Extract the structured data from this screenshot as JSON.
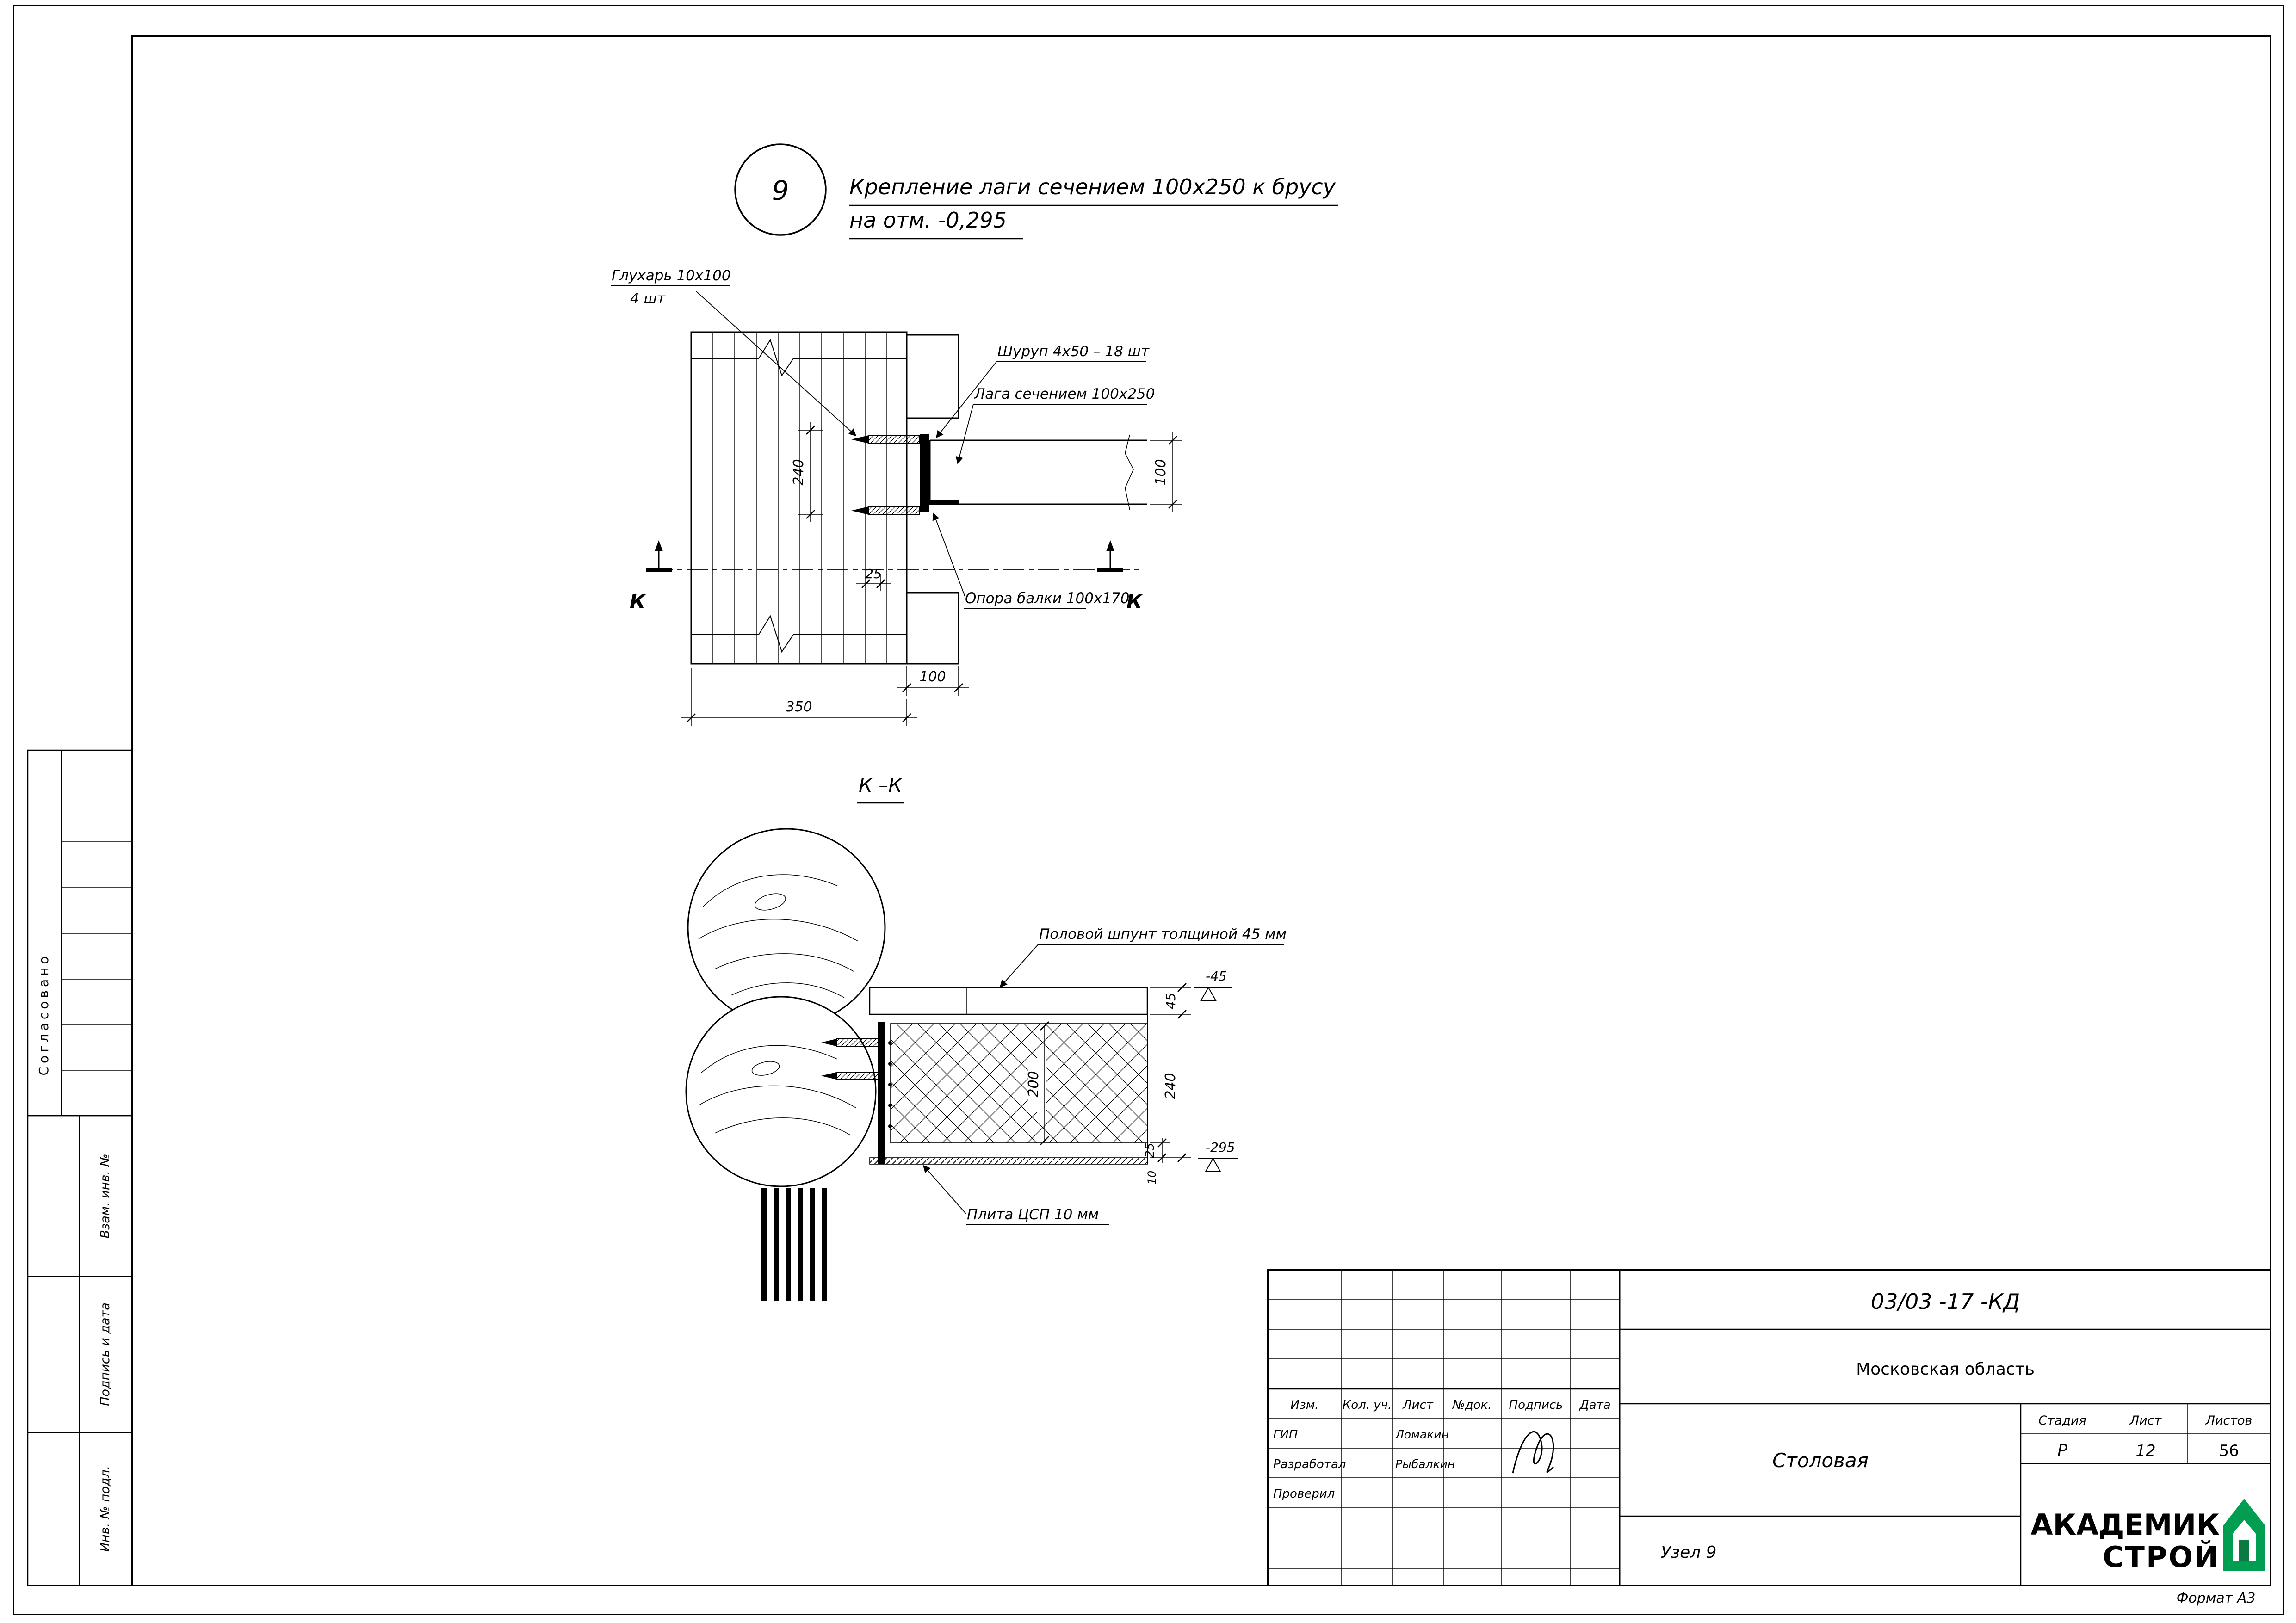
{
  "page": {
    "format_note": "Формат А3"
  },
  "sidebar": {
    "agreed_label": "Согласовано",
    "vzam_label": "Взам. инв. №",
    "podpis_label": "Подпись и дата",
    "inv_label": "Инв. № подл."
  },
  "detail": {
    "node_number": "9",
    "title_line1": "Крепление лаги сечением 100х250 к брусу",
    "title_line2": "на отм. -0,295"
  },
  "plan": {
    "label_gluhar": "Глухарь 10х100",
    "label_gluhar_qty": "4 шт",
    "label_shurup": "Шуруп 4х50 – 18 шт",
    "label_laga": "Лага сечением 100х250",
    "label_opora": "Опора балки 100х170",
    "dim_240": "240",
    "dim_100_right": "100",
    "dim_25": "25",
    "dim_100_bottom": "100",
    "dim_350": "350",
    "mark_k_left": "К",
    "mark_k_right": "К"
  },
  "section": {
    "title": "К –К",
    "label_shpunt": "Половой шпунт толщиной 45 мм",
    "label_csp": "Плита ЦСП 10 мм",
    "dim_45": "45",
    "dim_240": "240",
    "dim_200": "200",
    "dim_25": "25",
    "dim_10": "10",
    "elev_top": "-45",
    "elev_bottom": "-295"
  },
  "title_block": {
    "doc_number": "03/03 -17 -КД",
    "region": "Московская область",
    "object_name": "Столовая",
    "node_label": "Узел 9",
    "col_izm": "Изм.",
    "col_kol": "Кол. уч.",
    "col_list": "Лист",
    "col_ndok": "№док.",
    "col_podpis": "Подпись",
    "col_data": "Дата",
    "rows": [
      {
        "role": "ГИП",
        "name": "Ломакин"
      },
      {
        "role": "Разработал",
        "name": "Рыбалкин"
      },
      {
        "role": "Проверил",
        "name": ""
      }
    ],
    "stage_label": "Стадия",
    "sheet_label": "Лист",
    "sheets_label": "Листов",
    "stage_value": "Р",
    "sheet_value": "12",
    "sheets_value": "56",
    "logo_top": "АКАДЕМИК",
    "logo_bottom": "СТРОЙ",
    "logo_color": "#019d50"
  }
}
